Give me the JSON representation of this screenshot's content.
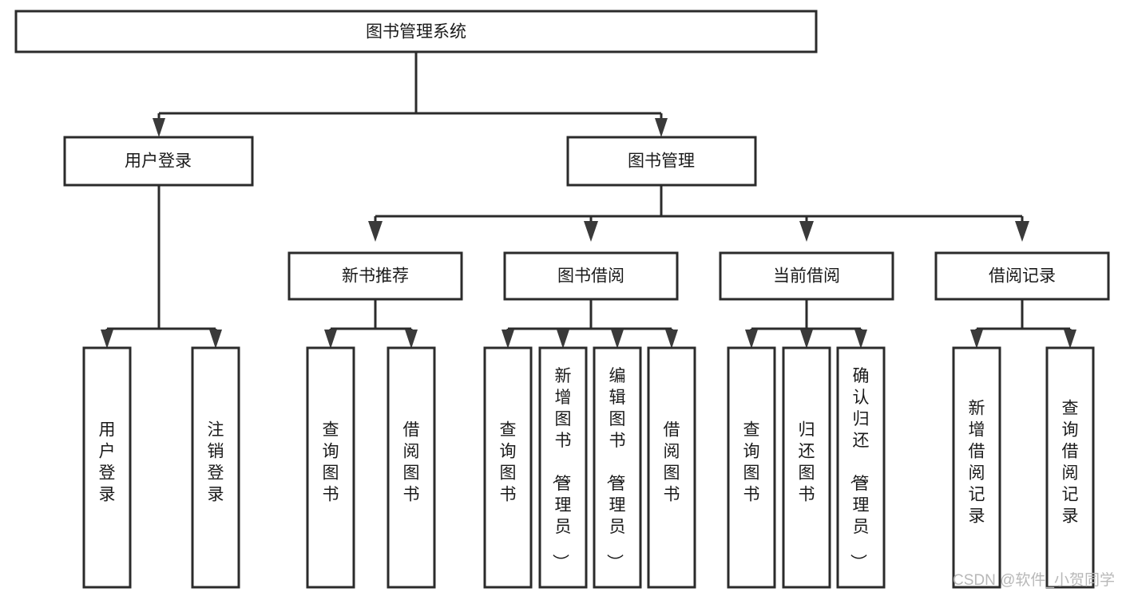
{
  "diagram": {
    "type": "tree",
    "title": "图书管理系统",
    "orientation": "top-down",
    "watermark": "CSDN @软件_小贺同学",
    "colors": {
      "box_stroke": "#2b2b2b",
      "box_fill": "#ffffff",
      "connector": "#2b2b2b",
      "text": "#1a1a1a",
      "watermark": "#b8b8b8",
      "background": "#ffffff"
    },
    "root": {
      "label": "图书管理系统"
    },
    "level2": [
      {
        "label": "用户登录"
      },
      {
        "label": "图书管理"
      }
    ],
    "level3": [
      {
        "label": "新书推荐"
      },
      {
        "label": "图书借阅"
      },
      {
        "label": "当前借阅"
      },
      {
        "label": "借阅记录"
      }
    ],
    "leaves": {
      "user_login": [
        {
          "label": "用户登录"
        },
        {
          "label": "注销登录"
        }
      ],
      "new_book_recommend": [
        {
          "label": "查询图书"
        },
        {
          "label": "借阅图书"
        }
      ],
      "book_borrow": [
        {
          "label": "查询图书"
        },
        {
          "label": "新增图书（管理员）"
        },
        {
          "label": "编辑图书（管理员）"
        },
        {
          "label": "借阅图书"
        }
      ],
      "current_borrow": [
        {
          "label": "查询图书"
        },
        {
          "label": "归还图书"
        },
        {
          "label": "确认归还（管理员）"
        }
      ],
      "borrow_record": [
        {
          "label": "新增借阅记录"
        },
        {
          "label": "查询借阅记录"
        }
      ]
    }
  }
}
